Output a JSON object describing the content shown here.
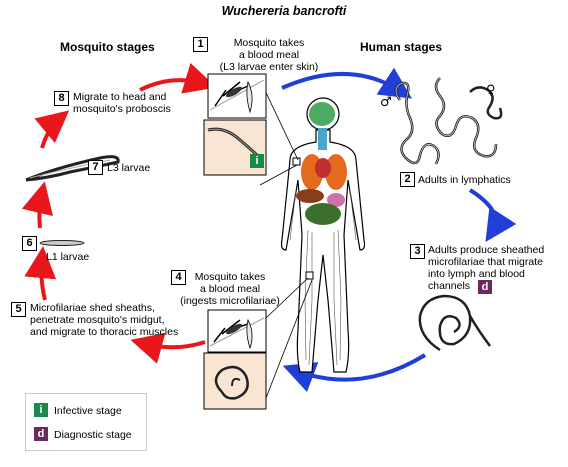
{
  "title": "Wuchereria bancrofti",
  "headers": {
    "mosquito": "Mosquito stages",
    "human": "Human stages"
  },
  "steps": [
    {
      "num": "1",
      "text": "Mosquito takes\na blood meal\n(L3 larvae enter skin)"
    },
    {
      "num": "2",
      "text": "Adults in lymphatics"
    },
    {
      "num": "3",
      "text": "Adults produce sheathed\nmicrofilariae that migrate\ninto lymph and blood\nchannels"
    },
    {
      "num": "4",
      "text": "Mosquito takes\na blood meal\n(ingests microfilariae)"
    },
    {
      "num": "5",
      "text": "Microfilariae shed sheaths,\npenetrate mosquito's midgut,\nand migrate to thoracic muscles"
    },
    {
      "num": "6",
      "text": "L1 larvae"
    },
    {
      "num": "7",
      "text": "L3 larvae"
    },
    {
      "num": "8",
      "text": "Migrate to head and\nmosquito's proboscis"
    }
  ],
  "legend": {
    "infective": {
      "letter": "i",
      "label": "Infective stage",
      "color": "#1a8a4a"
    },
    "diagnostic": {
      "letter": "d",
      "label": "Diagnostic stage",
      "color": "#6b2a5e"
    }
  },
  "sex_symbols": {
    "male": "♂",
    "female": "♀"
  },
  "colors": {
    "human_arrows": "#1f3fd6",
    "mosquito_arrows": "#e8171c"
  }
}
